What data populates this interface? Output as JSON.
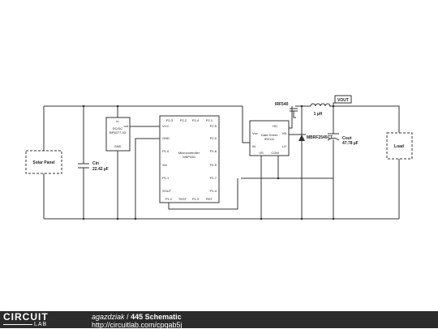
{
  "schematic": {
    "solar_panel": "Solar Panel",
    "cin_label": "Cin",
    "cin_value": "22.42 µF",
    "dcdc": {
      "pin_in": "in",
      "title": "DC/DC",
      "part": "BP5277-33",
      "pin_out": "out",
      "pin_gnd": "GND"
    },
    "mcu": {
      "title": "Microcontroller",
      "part": "MSP430",
      "top_pins": [
        "P2.3",
        "P2.2",
        "P2.4",
        "P2.1"
      ],
      "left_pins": [
        "VCC",
        "GND",
        "P1.0",
        "Xin",
        "P1.1",
        "XOUT"
      ],
      "right_pins": [
        "P2.5",
        "P2.0",
        "P1.6",
        "P1.5",
        "P1.7",
        "P1.4"
      ],
      "bottom_pins": [
        "P1.2",
        "TEST",
        "P1.3",
        "RST"
      ]
    },
    "gate_driver": {
      "title": "Gate Driver",
      "part": "IR2111",
      "pin_vcc": "Vcc",
      "pin_in": "IN",
      "pin_vs": "VS",
      "pin_com": "COM",
      "pin_ho": "HO",
      "pin_vb": "VB",
      "pin_lo": "LO"
    },
    "mosfet": "IRF540",
    "inductor_value": "1 µH",
    "vout_label": "VOUT",
    "diode": "MBRF2545CT",
    "cout_label": "Cout",
    "cout_value": "47.78 µF",
    "load": "Load"
  },
  "footer": {
    "logo_top": "CIRCUIT",
    "logo_bottom": "LAB",
    "author": "agazdziak",
    "separator": "/",
    "title": "445 Schematic",
    "url": "http://circuitlab.com/cpqab5j"
  }
}
